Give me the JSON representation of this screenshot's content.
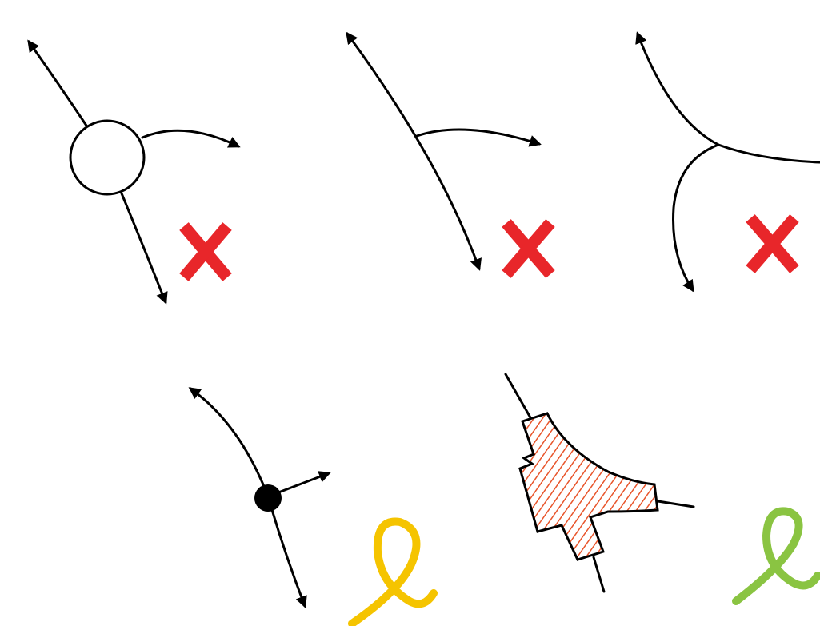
{
  "colors": {
    "background": "#ffffff",
    "line": "#000000",
    "reject_mark": "#e8262a",
    "accept_mark_yellow": "#f5c400",
    "accept_mark_green": "#8ac442",
    "hatch_stroke": "#e8542a",
    "hatch_fill": "#ffffff"
  },
  "panels": [
    {
      "id": "open-circle-junction",
      "mark": "x-mark-icon",
      "verdict": "rejected"
    },
    {
      "id": "t-junction",
      "mark": "x-mark-icon",
      "verdict": "rejected"
    },
    {
      "id": "curved-split-junction",
      "mark": "x-mark-icon",
      "verdict": "rejected"
    },
    {
      "id": "filled-dot-junction",
      "mark": "loop-check-icon",
      "verdict": "accepted"
    },
    {
      "id": "hatched-polygon-junction",
      "mark": "loop-check-icon",
      "verdict": "accepted"
    }
  ]
}
